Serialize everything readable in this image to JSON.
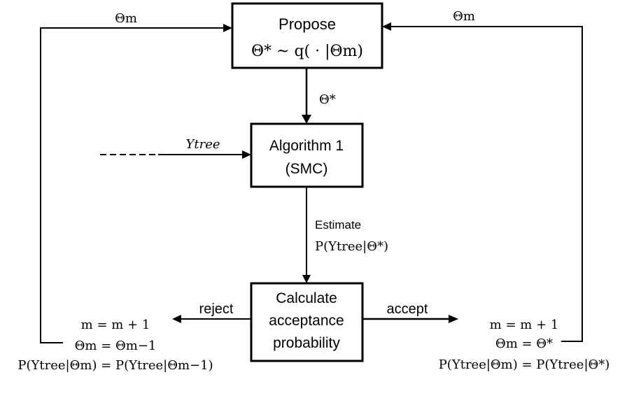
{
  "diagram": {
    "propose_box": {
      "title": "Propose",
      "formula": "Θ* ~ q( · |Θm)"
    },
    "algorithm_box": {
      "line1": "Algorithm 1",
      "line2": "(SMC)"
    },
    "calculate_box": {
      "line1": "Calculate",
      "line2": "acceptance",
      "line3": "probability"
    },
    "edges": {
      "top_left_label": "Θm",
      "top_right_label": "Θm",
      "propose_to_algorithm_label": "Θ*",
      "input_label": "Ytree",
      "estimate_label": "Estimate",
      "estimate_formula": "P(Ytree|Θ*)",
      "reject_label": "reject",
      "accept_label": "accept"
    },
    "reject_update": {
      "line1": "m = m + 1",
      "line2": "Θm = Θm−1",
      "line3": "P(Ytree|Θm) = P(Ytree|Θm−1)"
    },
    "accept_update": {
      "line1": "m = m + 1",
      "line2": "Θm = Θ*",
      "line3": "P(Ytree|Θm) = P(Ytree|Θ*)"
    }
  }
}
